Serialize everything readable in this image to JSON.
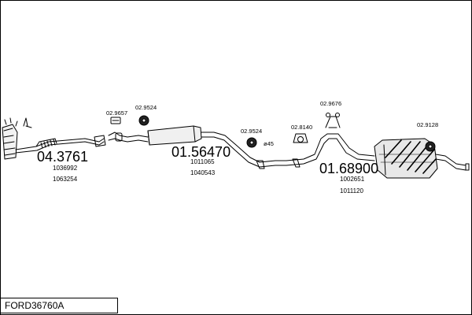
{
  "title": "FORD36760A",
  "groups": [
    {
      "part_number": "04.3761",
      "refs": [
        "1036992",
        "1063254"
      ]
    },
    {
      "part_number": "01.56470",
      "refs": [
        "1011065",
        "1040543"
      ]
    },
    {
      "part_number": "01.68900",
      "refs": [
        "1002651",
        "1011120"
      ]
    }
  ],
  "accessories": [
    {
      "code": "02.9657"
    },
    {
      "code": "02.9524"
    },
    {
      "code": "02.9524"
    },
    {
      "code": "02.8140"
    },
    {
      "code": "02.9676"
    },
    {
      "code": "02.9128"
    }
  ],
  "annotations": {
    "gasket": "ø45"
  }
}
